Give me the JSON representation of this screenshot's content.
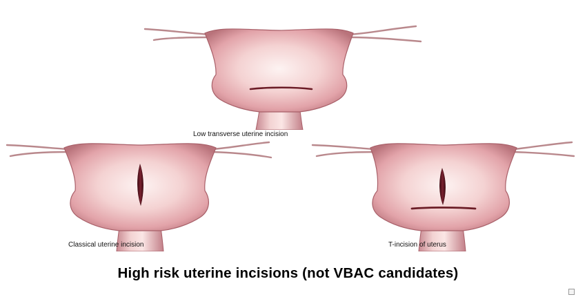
{
  "illustrations": [
    {
      "id": "low-transverse",
      "caption": "Low transverse uterine incision",
      "incisions": [
        "transverse"
      ]
    },
    {
      "id": "classical",
      "caption": "Classical uterine incision",
      "incisions": [
        "vertical"
      ]
    },
    {
      "id": "t-incision",
      "caption": "T-incision of uterus",
      "incisions": [
        "vertical",
        "transverse"
      ]
    }
  ],
  "title": "High risk uterine incisions (not VBAC candidates)",
  "colors": {
    "tissue_light": "#fbe8e8",
    "tissue_mid": "#eab2b6",
    "tissue_edge": "#a85f68",
    "incision": "#6b1c26",
    "tube": "#b9888c"
  }
}
